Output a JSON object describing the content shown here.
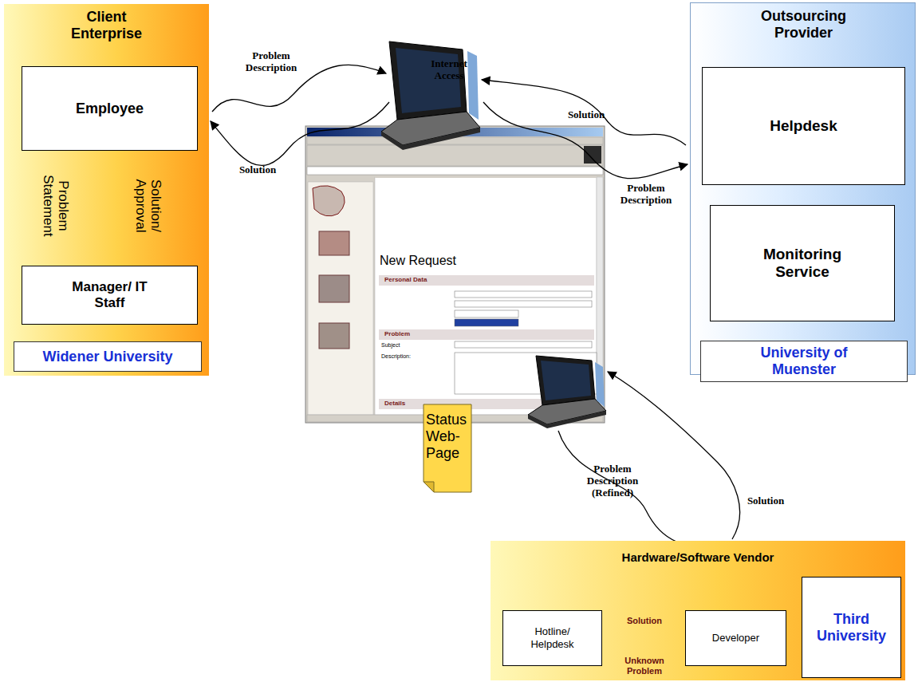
{
  "diagram": {
    "nodes": [
      {
        "text": [
          "Client Enterprise"
        ]
      },
      {
        "text": [
          "Employee"
        ],
        "in": 0
      },
      {
        "text": [
          "Manager/ IT Staff"
        ],
        "in": 0
      },
      {
        "text": [
          "Widener University"
        ],
        "in": 0
      },
      {
        "text": [
          "Outsourcing Provider"
        ]
      },
      {
        "text": [
          "Helpdesk"
        ],
        "in": 4
      },
      {
        "text": [
          "Monitoring Service"
        ],
        "in": 4
      },
      {
        "text": [
          "University of Muenster"
        ],
        "in": 4
      },
      {
        "text": [
          "Status Web-Page"
        ]
      },
      {
        "text": [
          "Hardware/Software Vendor"
        ]
      },
      {
        "text": [
          "Hotline/ Helpdesk"
        ],
        "in": 9
      },
      {
        "text": [
          "Developer"
        ],
        "in": 9
      },
      {
        "text": [
          "Third University"
        ],
        "in": 9
      }
    ],
    "edges": [
      {
        "from": 1,
        "to": 2,
        "label": "Problem Statement",
        "arrow": "to"
      },
      {
        "from": 2,
        "to": 1,
        "label": "Solution/ Approval",
        "arrow": "to"
      },
      {
        "from": 5,
        "to": 6,
        "arrow": "both"
      },
      {
        "from": 11,
        "to": 10,
        "label": "Solution",
        "arrow": "to"
      },
      {
        "from": 10,
        "to": 11,
        "label": "Unknown Problem",
        "arrow": "to"
      }
    ],
    "labels": [
      "Problem Description",
      "Internet Access",
      "Solution",
      "Solution",
      "Problem Description",
      "Problem Description (Refined)",
      "Solution",
      "New Request",
      "Personal Data",
      "Problem",
      "Subject",
      "Description:",
      "Details"
    ]
  }
}
